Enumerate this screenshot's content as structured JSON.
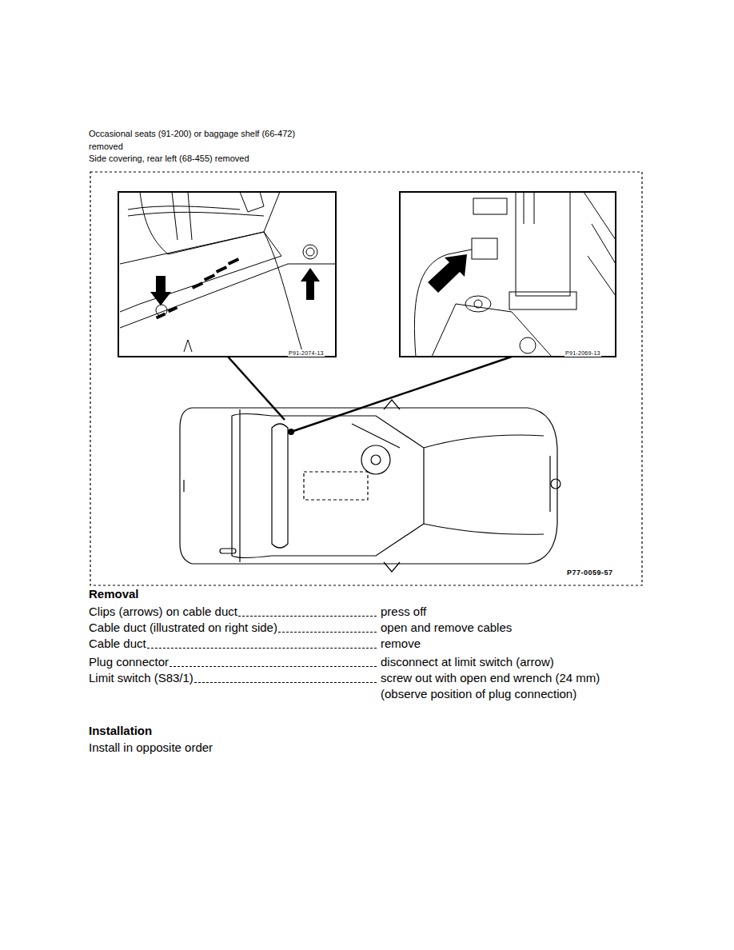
{
  "diagram": {
    "labels": [
      "Occasional seats (91-200) or baggage shelf (66-472) removed",
      "Side covering, rear left (68-455) removed",
      "P91-2074-13",
      "P91-2069-13",
      "P77-0059-57",
      "Removal",
      "Clips (arrows) on cable duct",
      "press off",
      "Cable duct (illustrated on right side)",
      "open and remove cables",
      "Cable duct",
      "remove",
      "Plug connector",
      "disconnect at limit switch (arrow)",
      "Limit switch (S83/1)",
      "screw out with open end wrench (24 mm) (observe position of plug connection)",
      "Installation",
      "Install in opposite order"
    ]
  }
}
